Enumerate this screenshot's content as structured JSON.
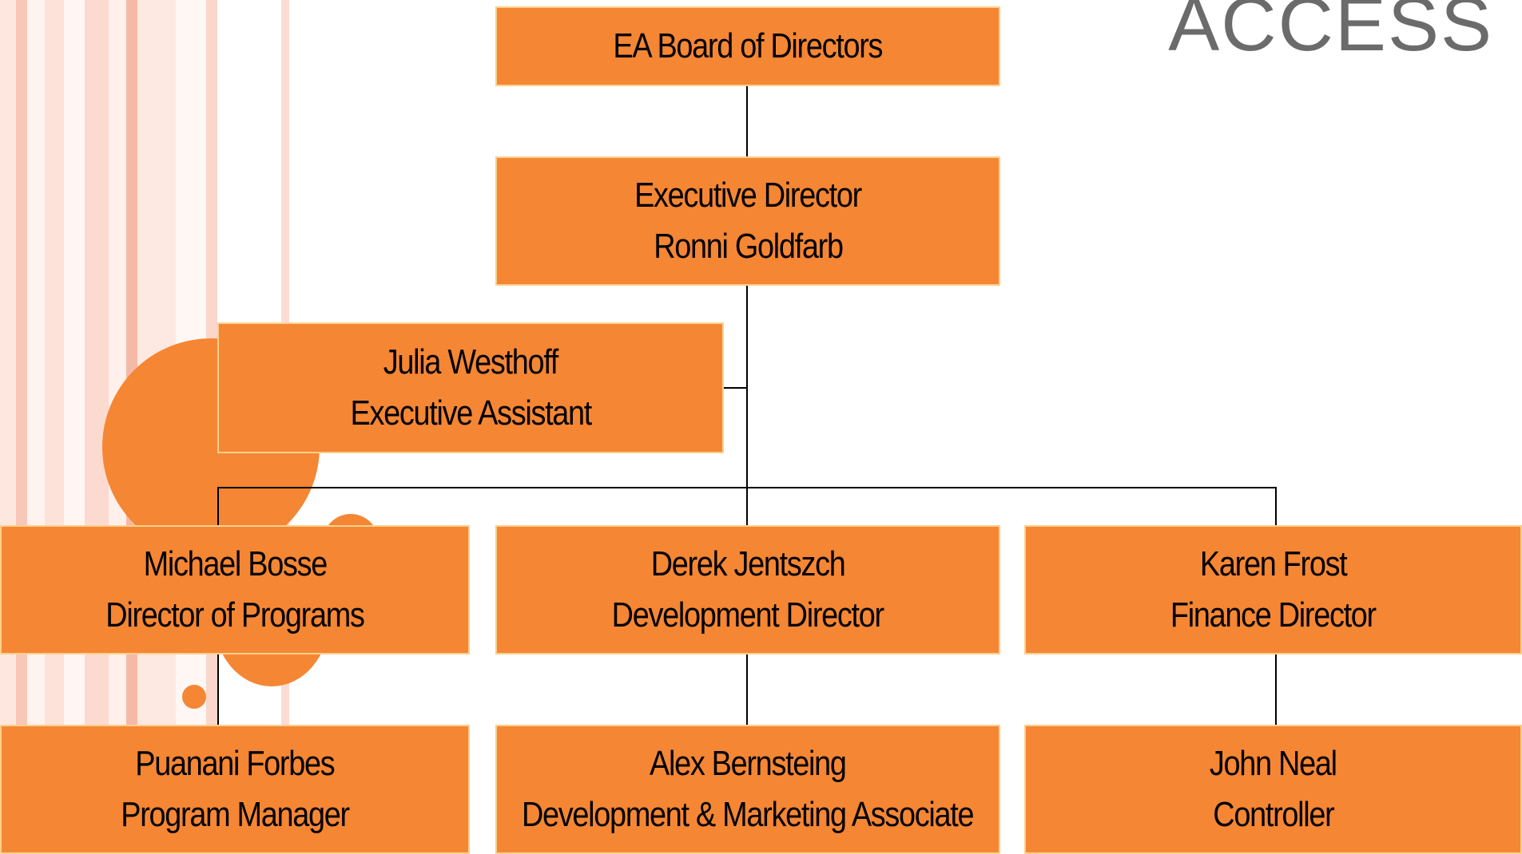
{
  "logo": {
    "text": "ACCESS"
  },
  "colors": {
    "node_fill": "#f58634",
    "node_border": "#fbd08c",
    "connector": "#000000",
    "logo_text": "#6b6b6b"
  },
  "org_chart": {
    "board": {
      "line1": "EA Board of Directors"
    },
    "executive_director": {
      "title": "Executive Director",
      "name": "Ronni Goldfarb"
    },
    "executive_assistant": {
      "name": "Julia Westhoff",
      "title": "Executive Assistant"
    },
    "directors": [
      {
        "name": "Michael Bosse",
        "title": "Director of Programs"
      },
      {
        "name": "Derek Jentszch",
        "title": "Development Director"
      },
      {
        "name": "Karen Frost",
        "title": "Finance Director"
      }
    ],
    "staff": [
      {
        "name": "Puanani Forbes",
        "title": "Program Manager"
      },
      {
        "name": "Alex Bernsteing",
        "title": "Development & Marketing Associate"
      },
      {
        "name": "John Neal",
        "title": "Controller"
      }
    ]
  }
}
